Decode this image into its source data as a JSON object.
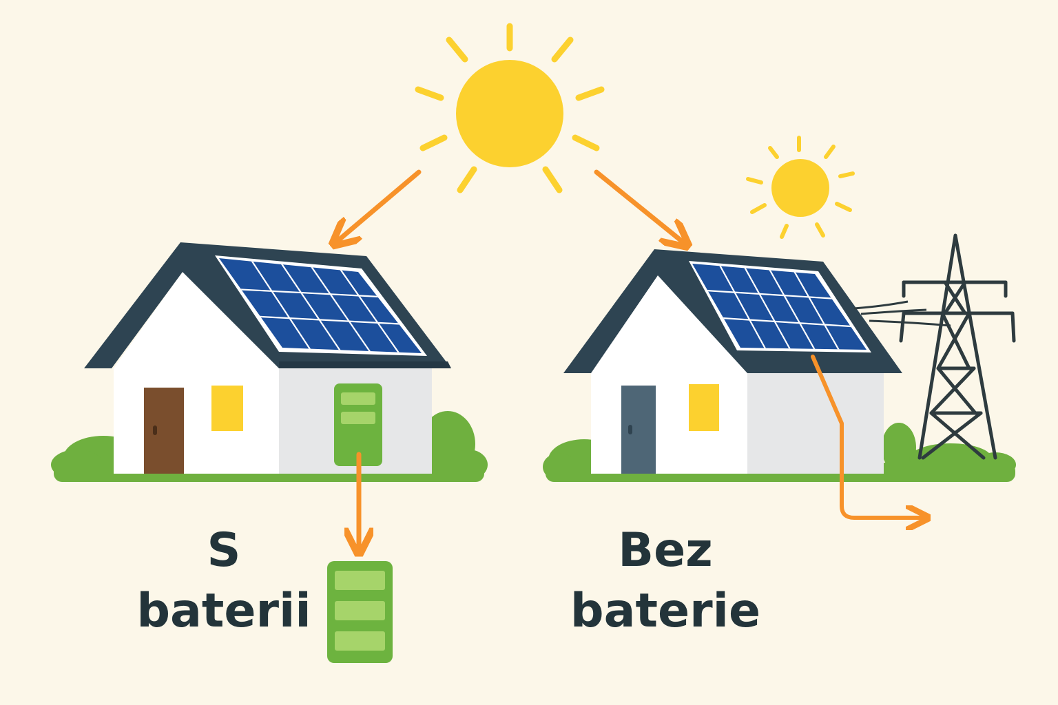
{
  "colors": {
    "background": "#fcf7e9",
    "sun": "#fcd12f",
    "arrow": "#f7922a",
    "roof": "#2e4452",
    "wall": "#ffffff",
    "wall_shade": "#e6e7e8",
    "solar_panel": "#1c4f9c",
    "grass": "#6fb03f",
    "battery": "#6db33f",
    "battery_cell": "#a6d46a",
    "door_brown": "#7a4e2d",
    "door_gray": "#4e6676",
    "window": "#fcd12f",
    "pylon": "#2e3b3f",
    "text": "#23343a"
  },
  "panels": {
    "left": {
      "label_line1": "S",
      "label_line2": "baterii",
      "icons": [
        "sun-icon",
        "house-icon",
        "solar-panel-icon",
        "battery-icon",
        "arrow-icon"
      ]
    },
    "right": {
      "label_line1": "Bez",
      "label_line2": "baterie",
      "icons": [
        "sun-icon",
        "house-icon",
        "solar-panel-icon",
        "power-pylon-icon",
        "arrow-icon"
      ]
    }
  }
}
